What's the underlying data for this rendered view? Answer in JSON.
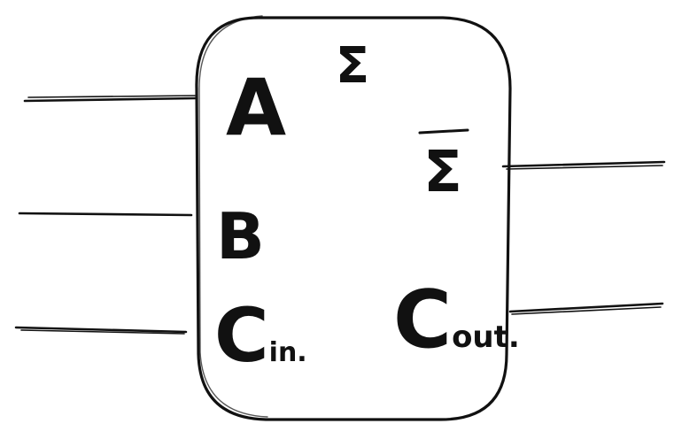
{
  "block": {
    "symbol": "Σ",
    "inputs": [
      {
        "id": "a",
        "label": "A",
        "sub": ""
      },
      {
        "id": "b",
        "label": "B",
        "sub": ""
      },
      {
        "id": "cin",
        "label": "C",
        "sub": "in."
      }
    ],
    "outputs": [
      {
        "id": "sum",
        "label": "Σ",
        "sub": ""
      },
      {
        "id": "cout",
        "label": "C",
        "sub": "out."
      }
    ]
  },
  "style": {
    "ink": "#111111",
    "background": "#ffffff"
  }
}
